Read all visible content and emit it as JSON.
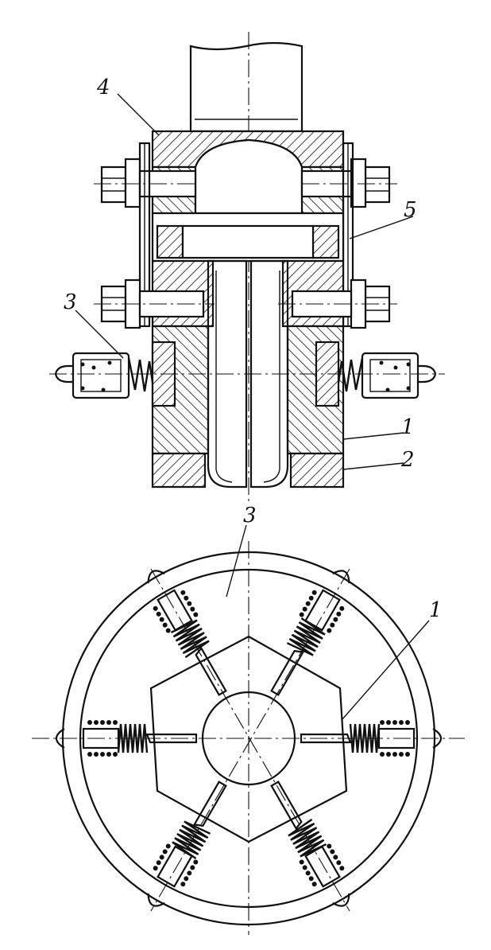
{
  "figure": {
    "section_view": {
      "callouts": [
        {
          "id": "label-4",
          "text": "4"
        },
        {
          "id": "label-5",
          "text": "5"
        },
        {
          "id": "label-3",
          "text": "3"
        },
        {
          "id": "label-1",
          "text": "1"
        },
        {
          "id": "label-2",
          "text": "2"
        }
      ]
    },
    "end_view": {
      "callouts": [
        {
          "id": "label-3",
          "text": "3"
        },
        {
          "id": "label-1",
          "text": "1"
        }
      ],
      "spring_count": 6,
      "slot_count": 6
    },
    "colors": {
      "ink": "#111111",
      "paper": "#ffffff"
    }
  }
}
